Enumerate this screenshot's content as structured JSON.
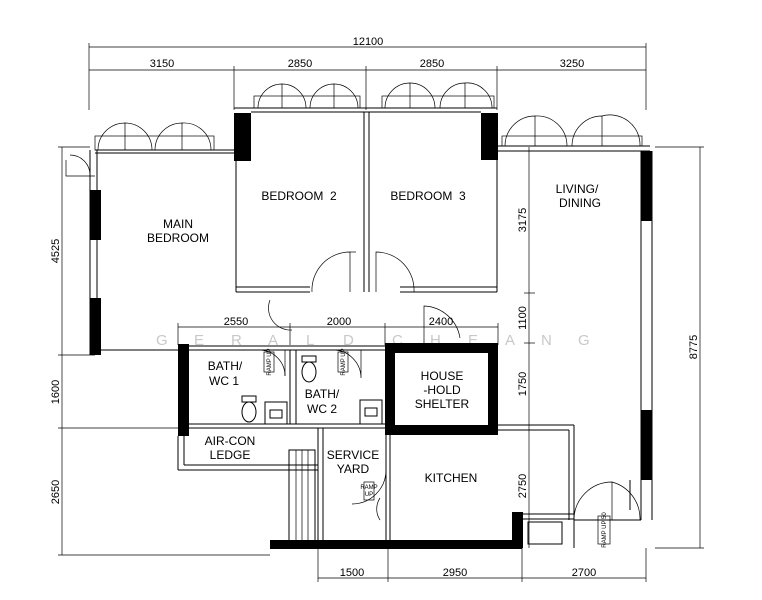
{
  "plan": {
    "watermark": [
      "G",
      "E",
      "R",
      "A",
      "L",
      "D",
      "C",
      "H",
      "E",
      "A",
      "N",
      "G"
    ],
    "dimensions": {
      "total_top": "12100",
      "top_segments": [
        "3150",
        "2850",
        "2850",
        "3250"
      ],
      "left": [
        "4525",
        "1600",
        "2650"
      ],
      "right_outer": "8775",
      "right_inner": [
        "3175",
        "1100",
        "1750",
        "2750"
      ],
      "mid": [
        "2550",
        "2000",
        "2400"
      ],
      "bottom": [
        "1500",
        "2950",
        "2700"
      ]
    },
    "rooms": {
      "main_bedroom": [
        "MAIN",
        "BEDROOM"
      ],
      "bedroom_2": "BEDROOM  2",
      "bedroom_3": "BEDROOM  3",
      "living_dining": [
        "LIVING/",
        "DINING"
      ],
      "bath_wc_1": [
        "BATH/",
        "WC 1"
      ],
      "bath_wc_2": [
        "BATH/",
        "WC 2"
      ],
      "household_shelter": [
        "HOUSE",
        "-HOLD",
        "SHELTER"
      ],
      "aircon_ledge": [
        "AIR-CON",
        "LEDGE"
      ],
      "service_yard": [
        "SERVICE",
        "YARD"
      ],
      "kitchen": "KITCHEN"
    },
    "ramps": {
      "bath1": "RAMP UP",
      "bath2": "RAMP UP",
      "service_yard": [
        "RAMP",
        "UP"
      ],
      "entrance": "RAMP UP 50"
    }
  }
}
